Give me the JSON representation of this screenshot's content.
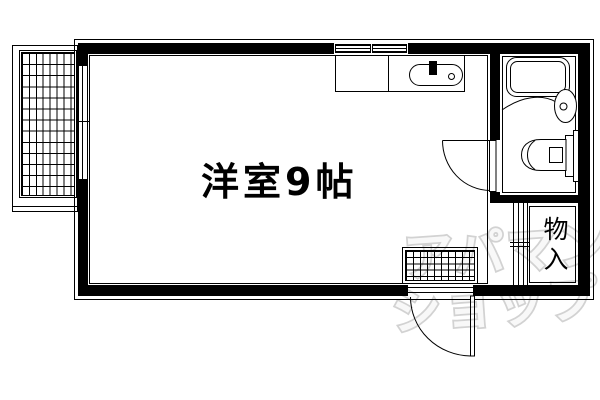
{
  "document": {
    "type": "real-estate floor plan",
    "background_color": "#ffffff",
    "line_color": "#000000"
  },
  "rooms": {
    "main_room": {
      "label": "洋室9帖"
    },
    "closet": {
      "label": "物入"
    }
  },
  "watermark": {
    "line1": "アパマン",
    "line2": "ショップ",
    "outline_color": "#d2d2d2",
    "fill_color": "#ffffff"
  },
  "fixtures": {
    "balcony": "balcony-grid",
    "balcony_window": "sliding-window",
    "kitchen_window": "sliding-window",
    "kitchen_counter": "counter-with-sink",
    "bathtub": "bathtub",
    "wash_basin": "oval-basin",
    "toilet": "toilet-with-tank",
    "bathroom_door": "swing-door",
    "entrance_door": "swing-door",
    "closet_door": "double-line-door",
    "entrance_tile": "genkan-grid"
  }
}
